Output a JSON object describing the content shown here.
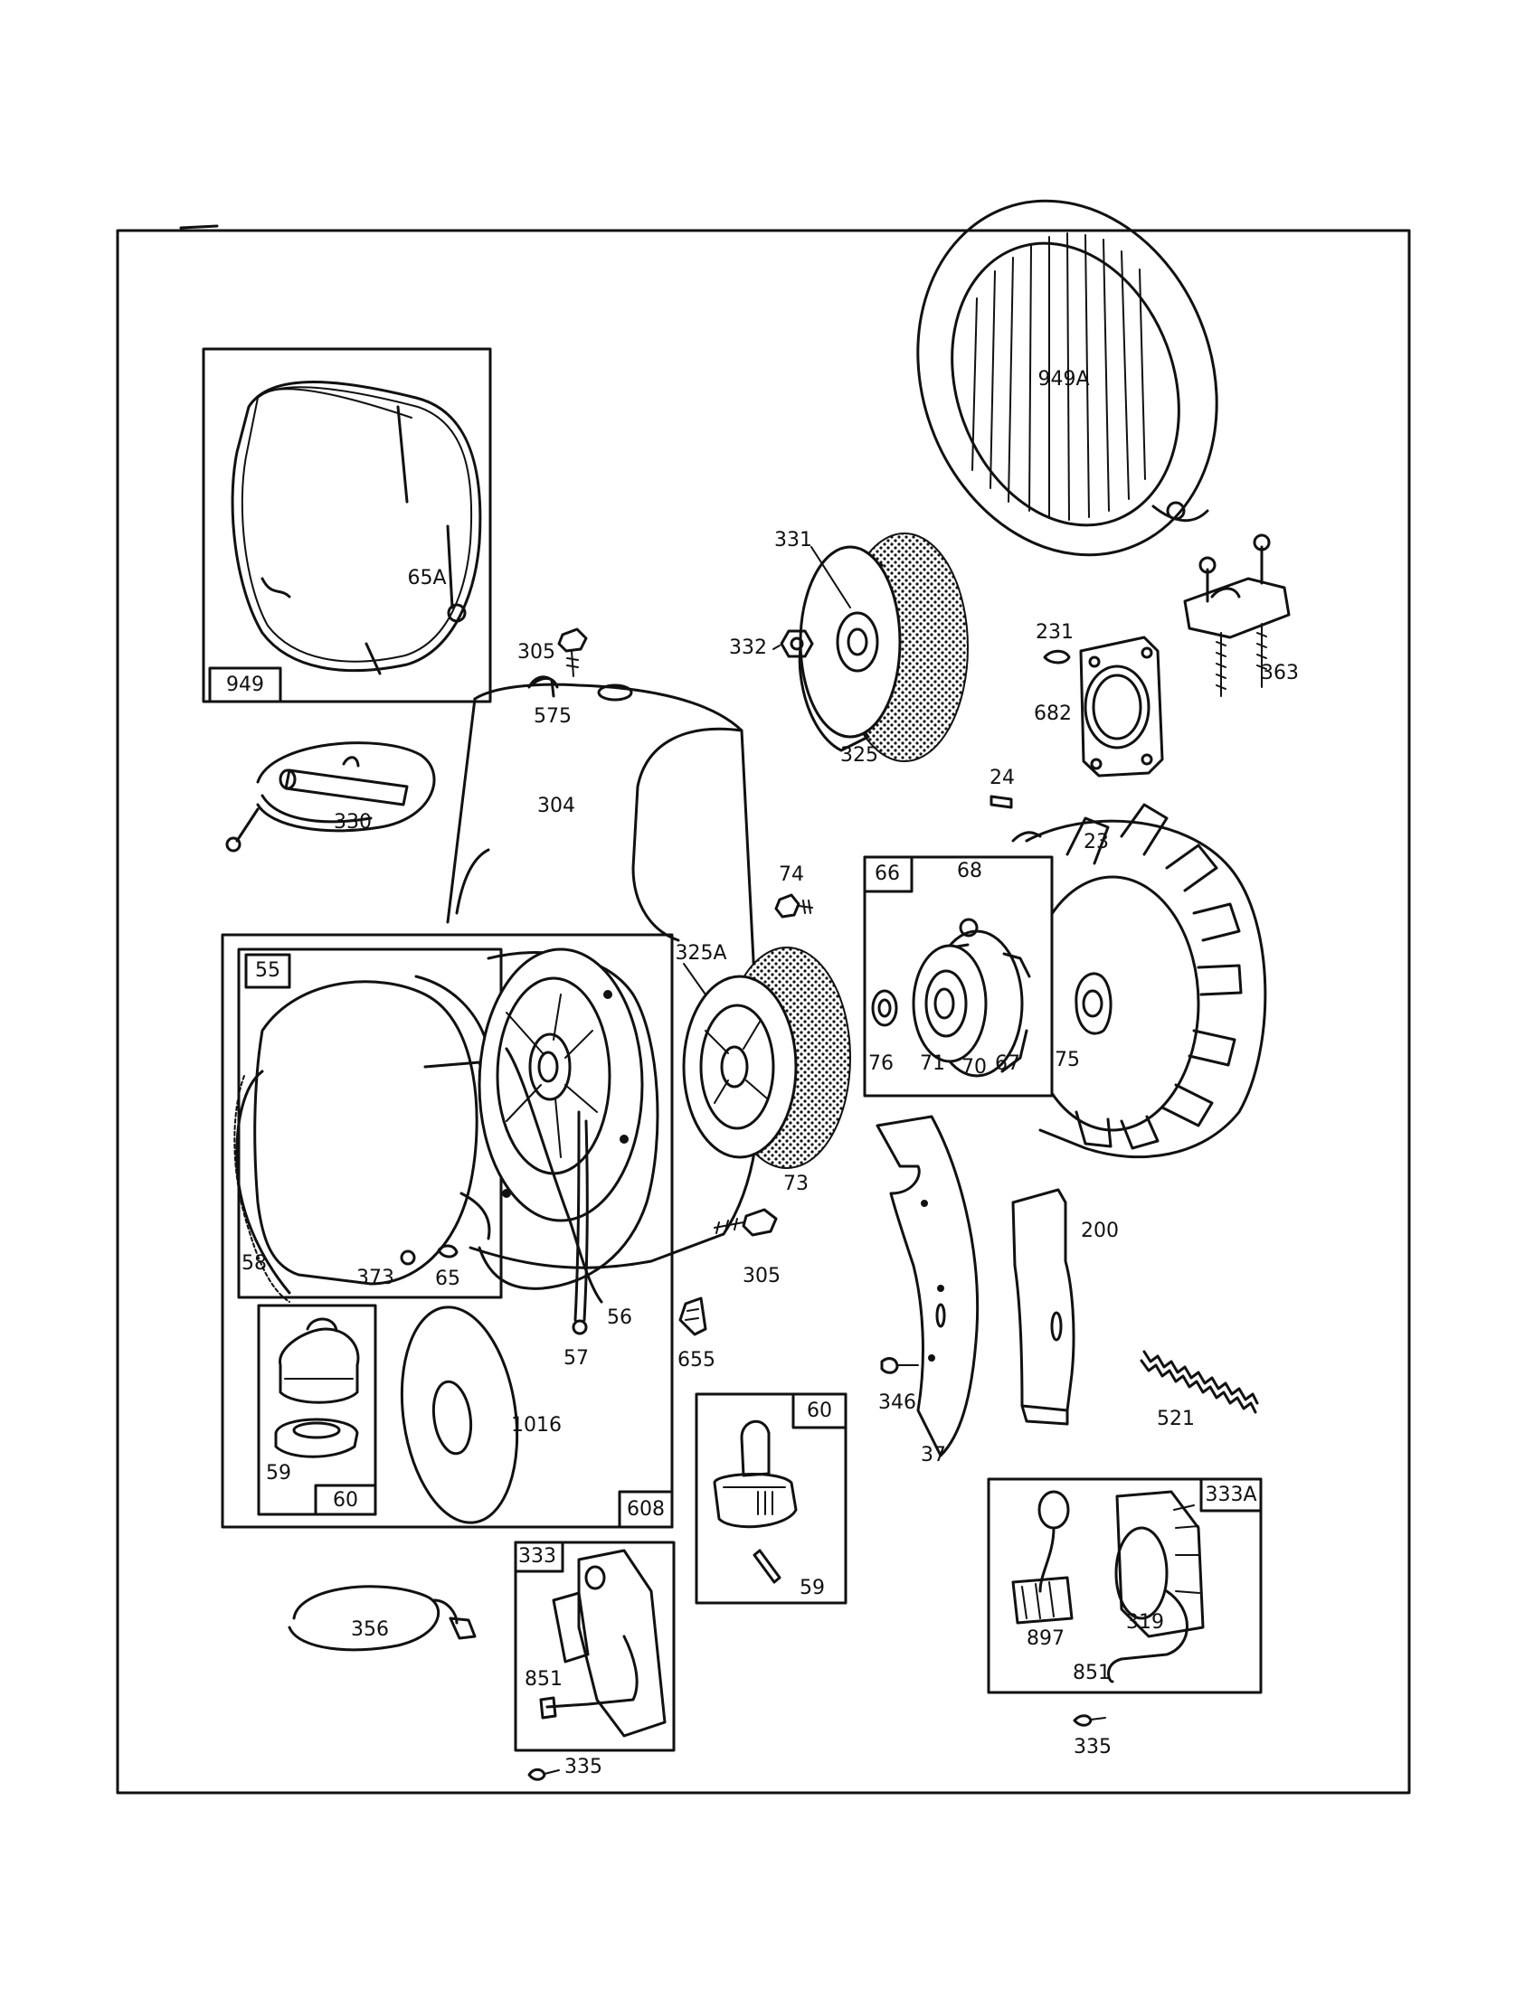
{
  "diagram": {
    "box_labels": {
      "b949": "949",
      "b55": "55",
      "b60a": "60",
      "b608": "608",
      "b60b": "60",
      "b66": "66",
      "b333": "333",
      "b333A": "333A"
    },
    "part_labels": {
      "p949A": "949A",
      "p65A": "65A",
      "p305a": "305",
      "p575": "575",
      "p331": "331",
      "p332": "332",
      "p325": "325",
      "p231": "231",
      "p363": "363",
      "p682": "682",
      "p330": "330",
      "p304": "304",
      "p24": "24",
      "p74": "74",
      "p68": "68",
      "p23": "23",
      "p325A": "325A",
      "p76": "76",
      "p71": "71",
      "p70": "70",
      "p67": "67",
      "p75": "75",
      "p73": "73",
      "p58": "58",
      "p373": "373",
      "p65": "65",
      "p305b": "305",
      "p56": "56",
      "p57": "57",
      "p655": "655",
      "p200": "200",
      "p346": "346",
      "p521": "521",
      "p37": "37",
      "p59a": "59",
      "p1016": "1016",
      "p59b": "59",
      "p356": "356",
      "p851a": "851",
      "p335a": "335",
      "p897": "897",
      "p319": "319",
      "p851b": "851",
      "p335b": "335"
    }
  }
}
